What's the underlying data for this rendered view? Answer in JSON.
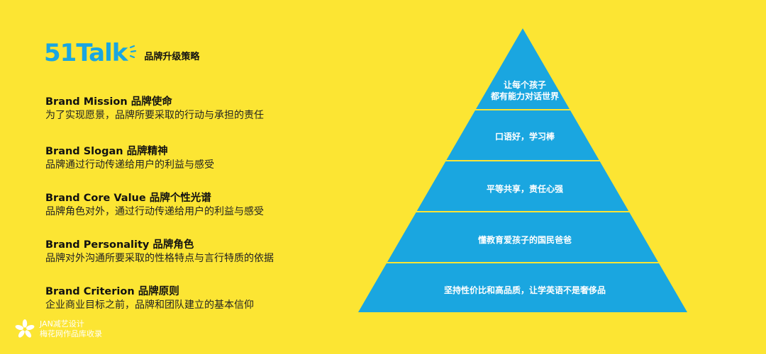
{
  "brand": {
    "logo_text": "51Talk",
    "subtitle": "品牌升级策略",
    "logo_color": "#1AA6E0"
  },
  "items": [
    {
      "title": "Brand Mission 品牌使命",
      "desc": "为了实现愿景，品牌所要采取的行动与承担的责任"
    },
    {
      "title": "Brand Slogan 品牌精神",
      "desc": "品牌通过行动传递给用户的利益与感受"
    },
    {
      "title": "Brand Core Value  品牌个性光谱",
      "desc": "品牌角色对外，通过行动传递给用户的利益与感受"
    },
    {
      "title": "Brand Personality  品牌角色",
      "desc": "品牌对外沟通所要采取的性格特点与言行特质的依据"
    },
    {
      "title": "Brand Criterion  品牌原则",
      "desc": "企业商业目标之前，品牌和团队建立的基本信仰"
    }
  ],
  "pyramid": {
    "fill_color": "#1AA6E0",
    "divider_color": "#FCE533",
    "tiers": [
      {
        "line1": "让每个孩子",
        "line2": "都有能力对话世界"
      },
      {
        "line1": "口语好，学习棒"
      },
      {
        "line1": "平等共享，责任心强"
      },
      {
        "line1": "懂教育爱孩子的国民爸爸"
      },
      {
        "line1": "坚持性价比和高品质，让学英语不是奢侈品"
      }
    ]
  },
  "watermark": {
    "line1": "JAN减艺设计",
    "line2": "梅花网作品库收录"
  },
  "colors": {
    "background": "#FCE533"
  }
}
